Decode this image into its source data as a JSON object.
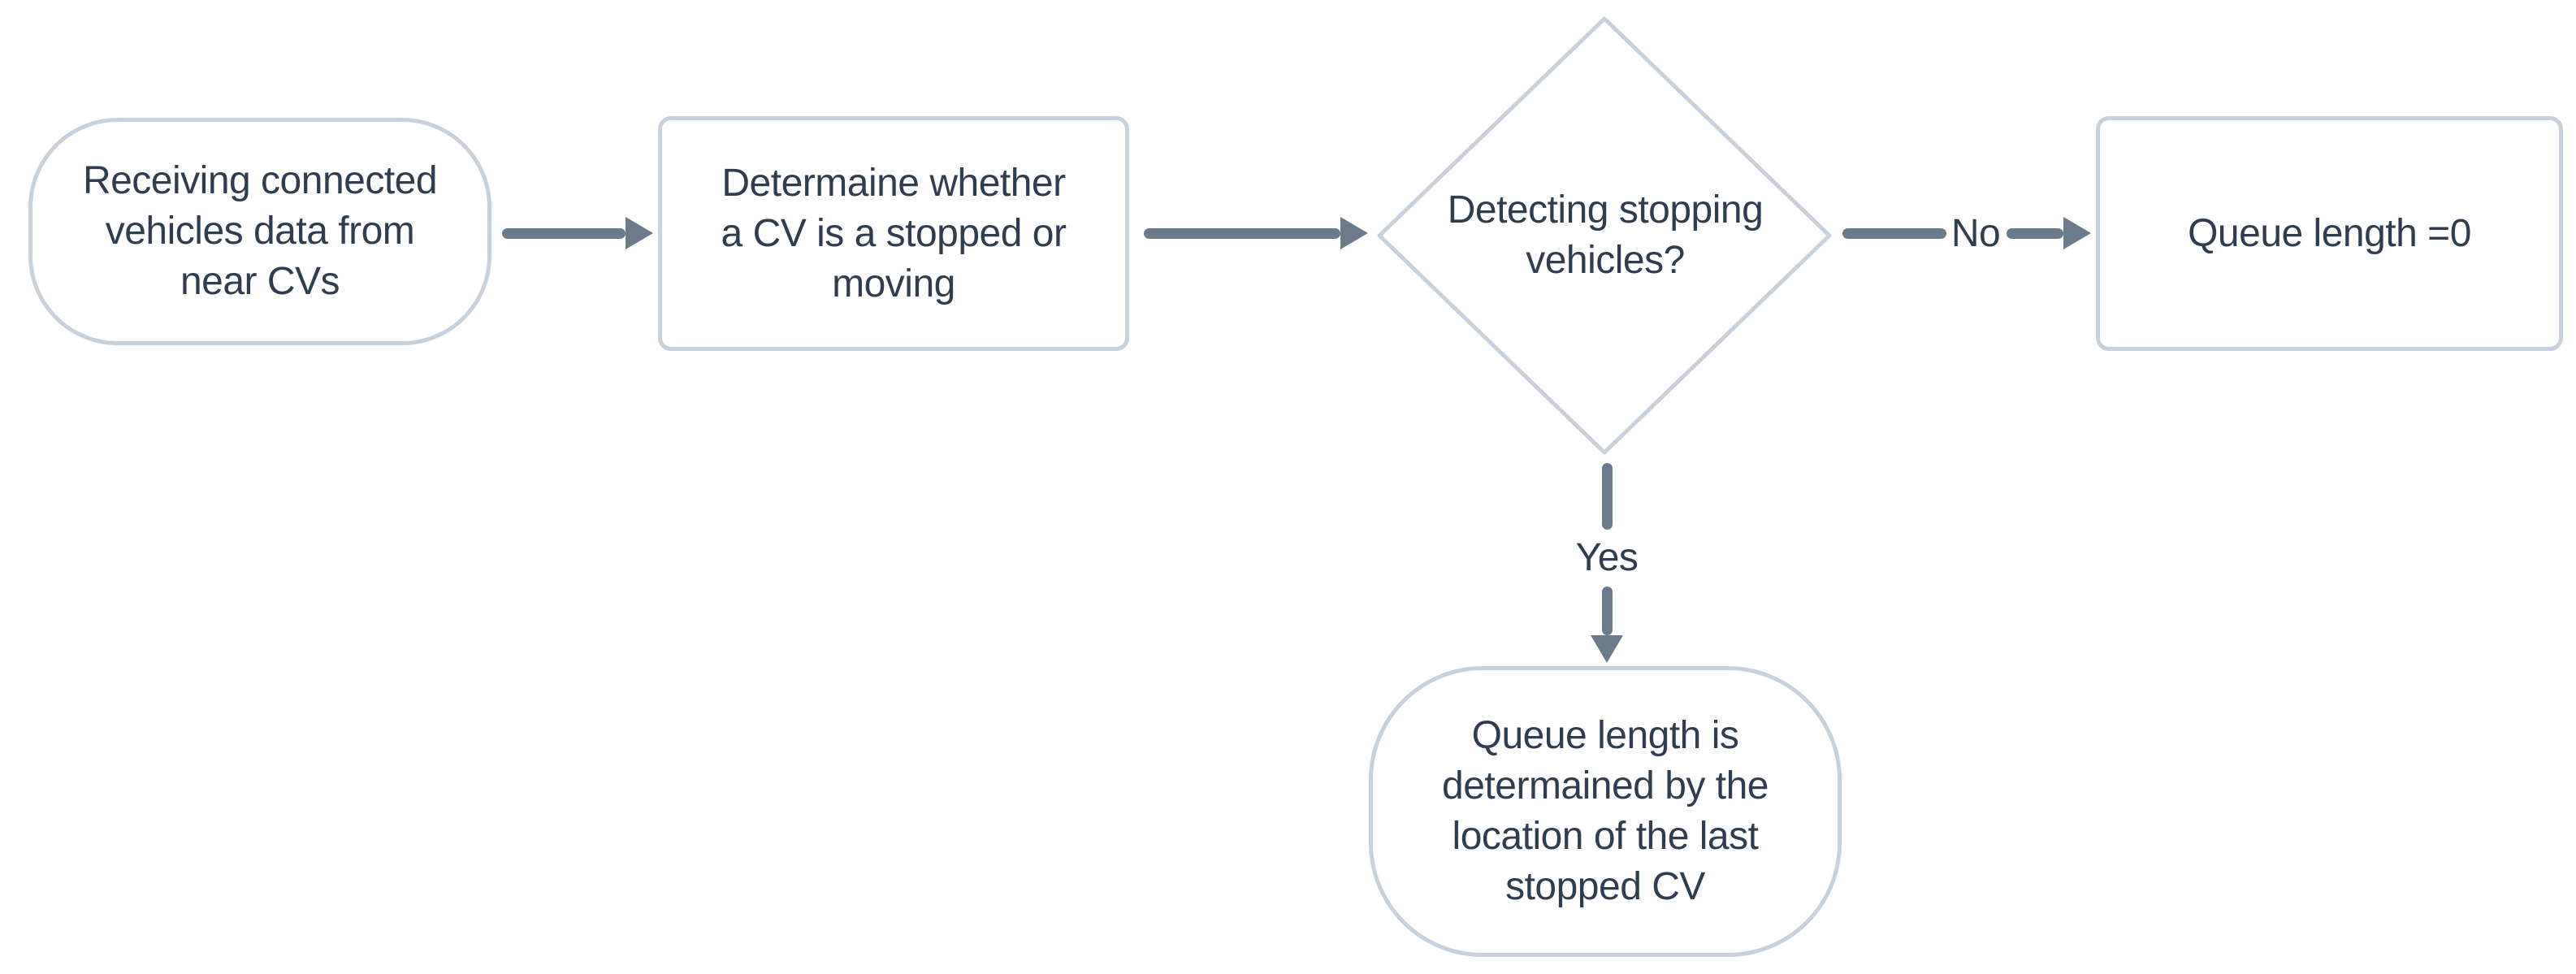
{
  "diagram": {
    "title": "Connected-vehicle queue length estimation flowchart",
    "colors": {
      "background": "#ffffff",
      "node_fill": "#ffffff",
      "node_border": "#c7d1db",
      "text": "#2e3d4f",
      "connector": "#6a7b8c"
    },
    "nodes": {
      "start": {
        "type": "terminator",
        "lines": [
          "Receiving connected",
          "vehicles data from",
          "near CVs"
        ]
      },
      "determine": {
        "type": "process",
        "lines": [
          "Determaine whether",
          "a CV is a stopped or",
          "moving"
        ]
      },
      "decision": {
        "type": "decision",
        "lines": [
          "Detecting stopping",
          "vehicles?"
        ]
      },
      "queue_zero": {
        "type": "process",
        "lines": [
          "Queue length =0"
        ]
      },
      "queue_last_cv": {
        "type": "terminator",
        "lines": [
          "Queue length is",
          "determained by the",
          "location of the last",
          "stopped CV"
        ]
      }
    },
    "edges": {
      "no_label": "No",
      "yes_label": "Yes"
    }
  }
}
